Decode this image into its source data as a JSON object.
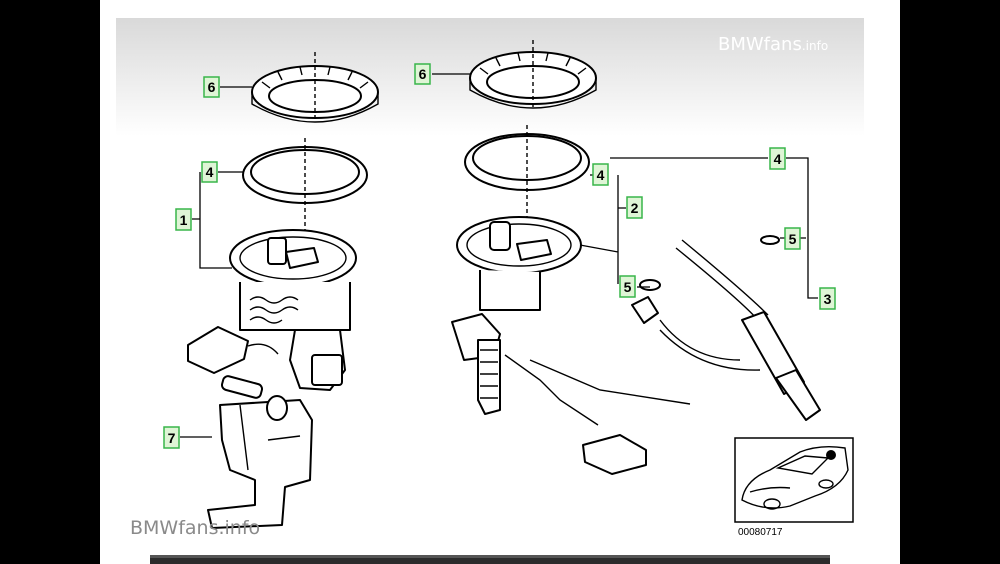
{
  "watermark": {
    "top_brand": "BMWfans",
    "top_suffix": ".info",
    "bottom": "BMWfans.info"
  },
  "callouts": {
    "c6_left": "6",
    "c4_left": "4",
    "c1_left": "1",
    "c7_left": "7",
    "c6_right": "6",
    "c4_mid": "4",
    "c2_mid": "2",
    "c5_mid": "5",
    "c4_right": "4",
    "c5_right": "5",
    "c3_right": "3"
  },
  "inset": {
    "code": "00080717"
  }
}
